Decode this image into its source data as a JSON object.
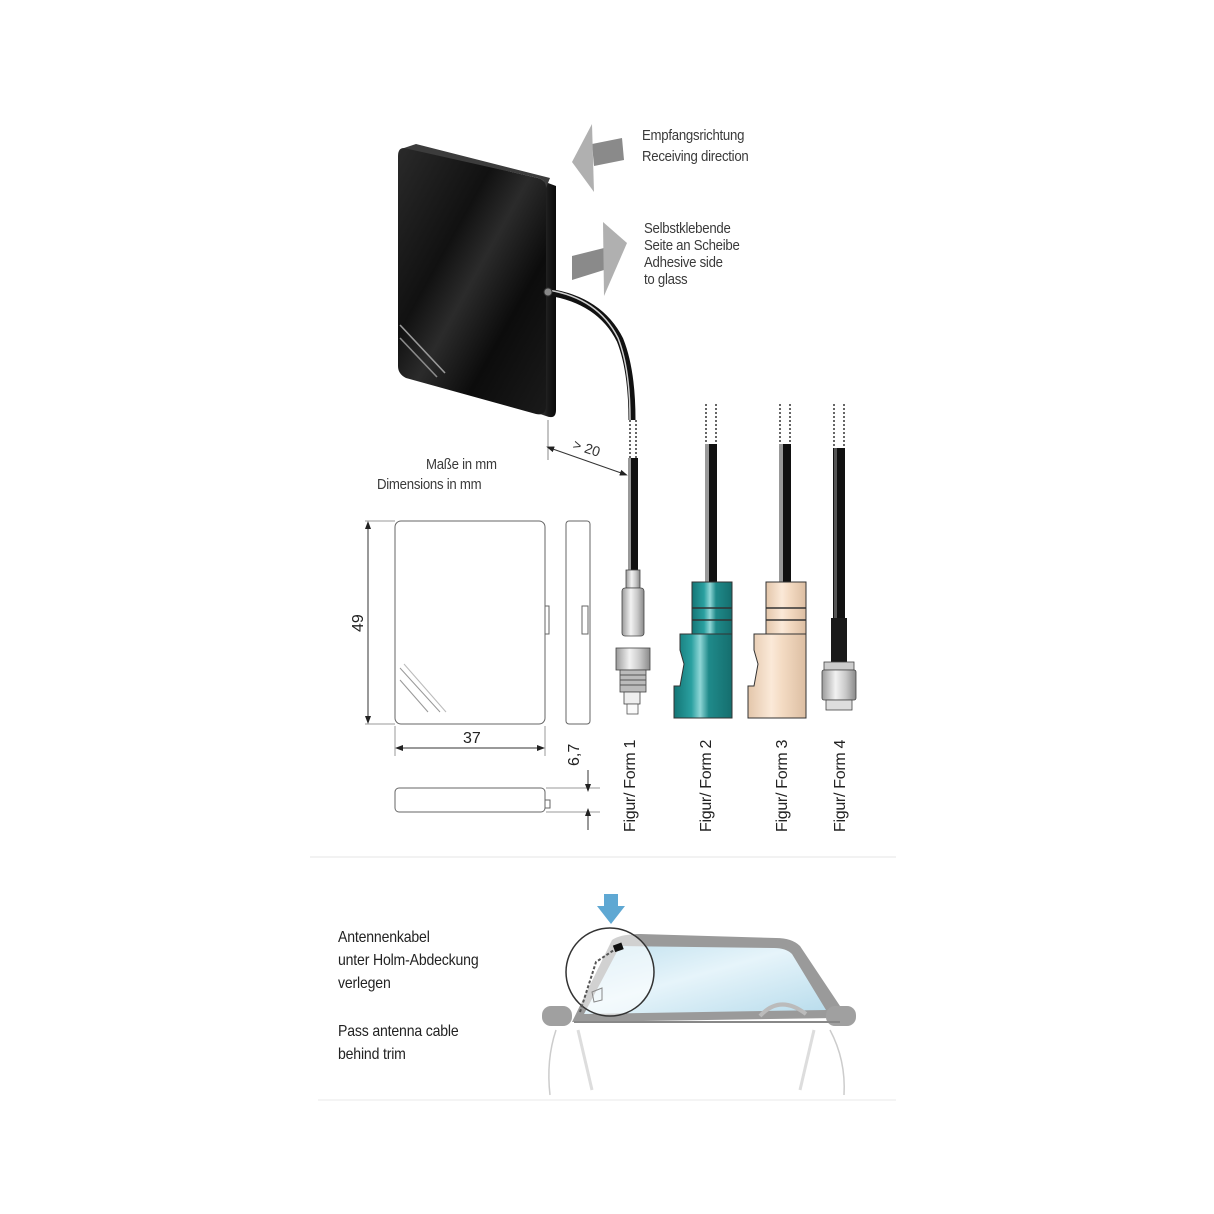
{
  "labels": {
    "receiving_de": "Empfangsrichtung",
    "receiving_en": "Receiving direction",
    "adhesive_de_1": "Selbstklebende",
    "adhesive_de_2": "Seite an Scheibe",
    "adhesive_en_1": "Adhesive side",
    "adhesive_en_2": "to glass",
    "dims_de": "Maße in mm",
    "dims_en": "Dimensions in mm",
    "cable_min": "> 20"
  },
  "dimensions": {
    "height": "49",
    "width": "37",
    "depth": "6,7"
  },
  "forms": [
    {
      "label": "Figur/ Form 1",
      "type": "screw-connector",
      "color": "#c8c8c8"
    },
    {
      "label": "Figur/ Form 2",
      "type": "fakra-connector",
      "color": "#1f8a8a"
    },
    {
      "label": "Figur/ Form 3",
      "type": "fakra-connector",
      "color": "#f0d8c0"
    },
    {
      "label": "Figur/ Form 4",
      "type": "sma-connector",
      "color": "#c0c0c0"
    }
  ],
  "installation": {
    "note_de_1": "Antennenkabel",
    "note_de_2": "unter Holm-Abdeckung",
    "note_de_3": "verlegen",
    "note_en_1": "Pass antenna cable",
    "note_en_2": "behind trim",
    "arrow_color": "#5fa8d3",
    "glass_color": "#cfe8f2"
  },
  "colors": {
    "antenna_body": "#111111",
    "arrow_gray": "#a8a8a8",
    "arrow_dark": "#888888"
  }
}
